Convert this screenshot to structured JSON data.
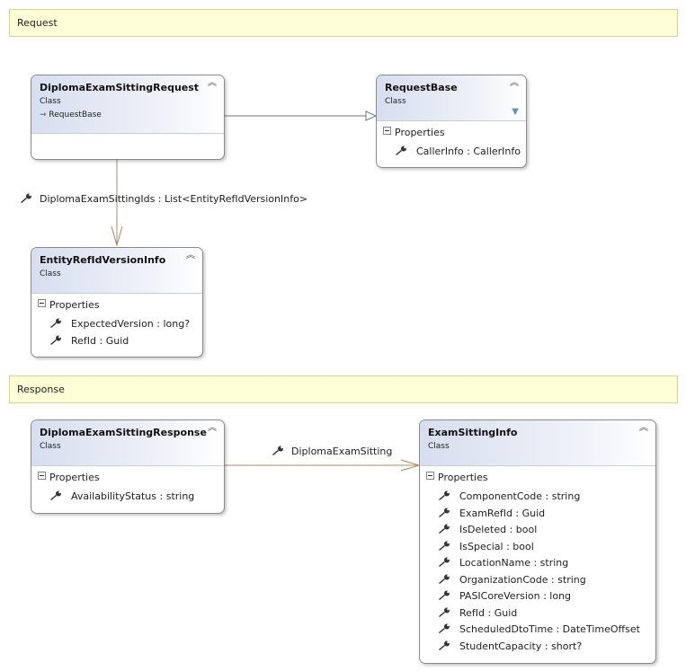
{
  "sections": {
    "request_label": "Request",
    "response_label": "Response"
  },
  "classes": {
    "diploma_exam_sitting_request": {
      "title": "DiplomaExamSittingRequest",
      "kind": "Class",
      "inherits": "RequestBase",
      "properties_header": "",
      "properties": []
    },
    "request_base": {
      "title": "RequestBase",
      "kind": "Class",
      "properties_header": "Properties",
      "properties": [
        "CallerInfo : CallerInfo"
      ]
    },
    "entity_ref_id_version_info": {
      "title": "EntityRefIdVersionInfo",
      "kind": "Class",
      "properties_header": "Properties",
      "properties": [
        "ExpectedVersion : long?",
        "RefId : Guid"
      ]
    },
    "diploma_exam_sitting_response": {
      "title": "DiplomaExamSittingResponse",
      "kind": "Class",
      "properties_header": "Properties",
      "properties": [
        "AvailabilityStatus : string"
      ]
    },
    "exam_sitting_info": {
      "title": "ExamSittingInfo",
      "kind": "Class",
      "properties_header": "Properties",
      "properties": [
        "ComponentCode : string",
        "ExamRefId : Guid",
        "IsDeleted : bool",
        "IsSpecial : bool",
        "LocationName : string",
        "OrganizationCode : string",
        "PASICoreVersion : long",
        "RefId : Guid",
        "ScheduledDtoTime : DateTimeOffset",
        "StudentCapacity : short?"
      ]
    }
  },
  "associations": {
    "diploma_exam_sitting_ids": "DiplomaExamSittingIds : List<EntityRefIdVersionInfo>",
    "diploma_exam_sitting": "DiplomaExamSitting"
  },
  "colors": {
    "association_line": "#b08868",
    "inheritance_line": "#777777",
    "section_fill": "#fdfdd6",
    "header_gradient_start": "#d7deef"
  },
  "icons": {
    "property": "wrench-icon",
    "collapse": "double-chevron-up-icon",
    "filter": "filter-icon",
    "inherit_arrow": "inherit-arrow-icon",
    "section_toggle": "minus-box-icon"
  }
}
